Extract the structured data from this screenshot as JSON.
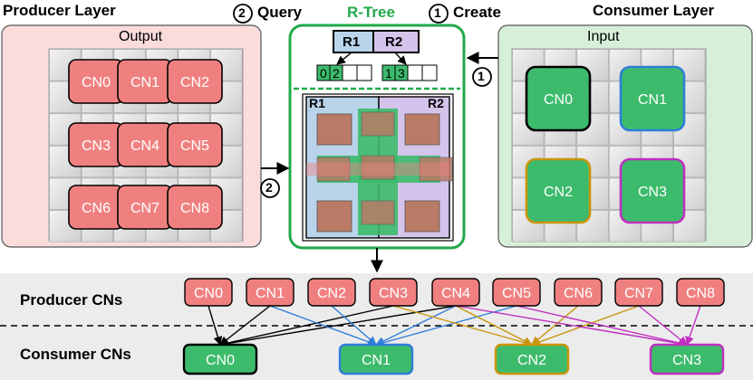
{
  "headers": {
    "producer_layer": "Producer Layer",
    "query_step": "Query",
    "query_num": "2",
    "rtree_title": "R-Tree",
    "create_num": "1",
    "create_step": "Create",
    "consumer_layer": "Consumer Layer"
  },
  "producer_panel": {
    "title": "Output",
    "cells": [
      "CN0",
      "CN1",
      "CN2",
      "CN3",
      "CN4",
      "CN5",
      "CN6",
      "CN7",
      "CN8"
    ]
  },
  "consumer_panel": {
    "title": "Input",
    "cells": [
      "CN0",
      "CN1",
      "CN2",
      "CN3"
    ]
  },
  "rtree": {
    "nodes": [
      "R1",
      "R2"
    ],
    "leaf_r1": [
      "0",
      "2",
      "",
      ""
    ],
    "leaf_r2": [
      "1",
      "3",
      "",
      ""
    ],
    "region_left": "R1",
    "region_right": "R2"
  },
  "markers": {
    "step_query": "2",
    "step_create": "1"
  },
  "bottom": {
    "producer_label": "Producer CNs",
    "consumer_label": "Consumer CNs",
    "producer_cns": [
      "CN0",
      "CN1",
      "CN2",
      "CN3",
      "CN4",
      "CN5",
      "CN6",
      "CN7",
      "CN8"
    ],
    "consumer_cns": [
      "CN0",
      "CN1",
      "CN2",
      "CN3"
    ],
    "links": [
      {
        "from": "CN0",
        "to": "CN0"
      },
      {
        "from": "CN1",
        "to": "CN0"
      },
      {
        "from": "CN3",
        "to": "CN0"
      },
      {
        "from": "CN4",
        "to": "CN0"
      },
      {
        "from": "CN1",
        "to": "CN1"
      },
      {
        "from": "CN2",
        "to": "CN1"
      },
      {
        "from": "CN4",
        "to": "CN1"
      },
      {
        "from": "CN5",
        "to": "CN1"
      },
      {
        "from": "CN3",
        "to": "CN2"
      },
      {
        "from": "CN4",
        "to": "CN2"
      },
      {
        "from": "CN6",
        "to": "CN2"
      },
      {
        "from": "CN7",
        "to": "CN2"
      },
      {
        "from": "CN4",
        "to": "CN3"
      },
      {
        "from": "CN5",
        "to": "CN3"
      },
      {
        "from": "CN7",
        "to": "CN3"
      },
      {
        "from": "CN8",
        "to": "CN3"
      }
    ]
  },
  "colors": {
    "producer_bg": "#fbdcdc",
    "consumer_bg": "#d7efd9",
    "rtree_border": "#22a94a",
    "cn_red": "#f08080",
    "cn_green": "#3dbb6c",
    "consumer_edges": [
      "#000000",
      "#2f7ed8",
      "#c9950c",
      "#c02fc0"
    ],
    "r1_fill": "#b9d3ea",
    "r2_fill": "#d4c3ea"
  }
}
